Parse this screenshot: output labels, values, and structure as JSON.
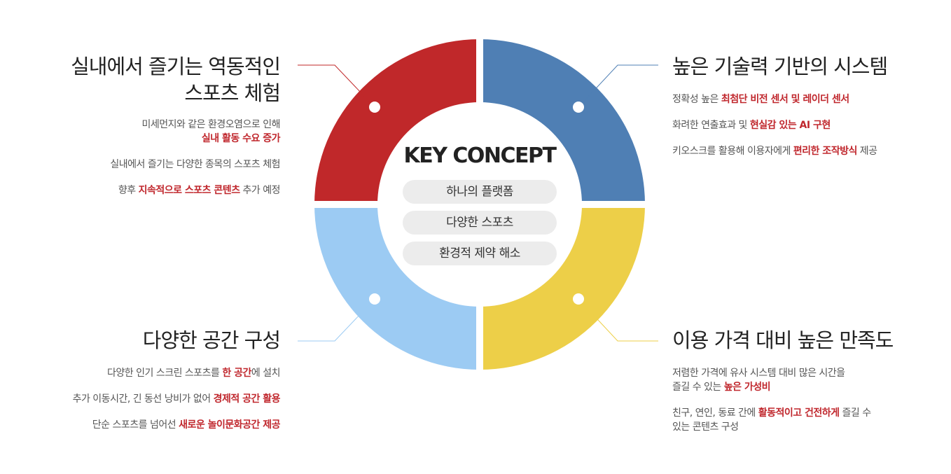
{
  "colors": {
    "red": "#c0282a",
    "blue": "#4f7fb4",
    "light_blue": "#9ccbf3",
    "yellow": "#edcf48",
    "highlight": "#c0272d"
  },
  "center": {
    "title": "KEY CONCEPT",
    "pills": [
      "하나의 플랫폼",
      "다양한 스포츠",
      "환경적 제약 해소"
    ]
  },
  "top_left": {
    "title_lines": [
      "실내에서 즐기는 역동적인",
      "스포츠 체험"
    ],
    "items": [
      [
        {
          "t": "미세먼지와 같은 환경오염으로 인해"
        },
        {
          "t": "실내 활동 수요 증가",
          "hl": true
        }
      ],
      [
        {
          "t": "실내에서 즐기는 다양한 종목의 스포츠 체험"
        }
      ],
      [
        {
          "t": "향후 "
        },
        {
          "t": "지속적으로 스포츠 콘텐츠",
          "hl": true
        },
        {
          "t": " 추가 예정"
        }
      ]
    ]
  },
  "top_right": {
    "title": "높은 기술력 기반의 시스템",
    "items": [
      [
        {
          "t": "정확성 높은 "
        },
        {
          "t": "최첨단 비전 센서 및 레이더 센서",
          "hl": true
        }
      ],
      [
        {
          "t": "화려한 연출효과 및 "
        },
        {
          "t": "현실감 있는 AI 구현",
          "hl": true
        }
      ],
      [
        {
          "t": "키오스크를 활용해 이용자에게 "
        },
        {
          "t": "편리한 조작방식",
          "hl": true
        },
        {
          "t": " 제공"
        }
      ]
    ]
  },
  "bottom_left": {
    "title": "다양한 공간 구성",
    "items": [
      [
        {
          "t": "다양한 인기 스크린 스포츠를 "
        },
        {
          "t": "한 공간",
          "hl": true
        },
        {
          "t": "에 설치"
        }
      ],
      [
        {
          "t": "추가 이동시간, 긴 동선 낭비가 없어 "
        },
        {
          "t": "경제적 공간 활용",
          "hl": true
        }
      ],
      [
        {
          "t": "단순 스포츠를 넘어선 "
        },
        {
          "t": "새로운 놀이문화공간 제공",
          "hl": true
        }
      ]
    ]
  },
  "bottom_right": {
    "title": "이용 가격 대비 높은 만족도",
    "items": [
      [
        {
          "t": "저렴한 가격에 유사 시스템 대비 많은 시간을"
        },
        {
          "t": "즐길 수 있는 "
        },
        {
          "t": "높은 가성비",
          "hl": true
        }
      ],
      [
        {
          "t": "친구, 연인, 동료 간에 "
        },
        {
          "t": "활동적이고 건전하게",
          "hl": true
        },
        {
          "t": " 즐길 수"
        },
        {
          "t": "있는 콘텐츠 구성"
        }
      ]
    ]
  }
}
